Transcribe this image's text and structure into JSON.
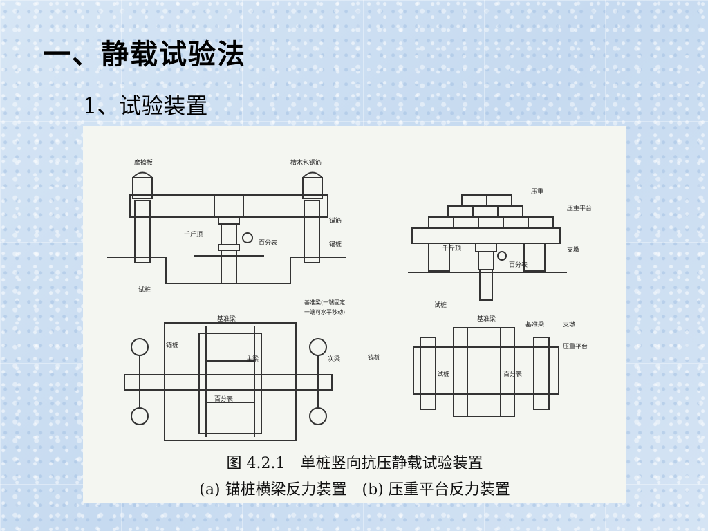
{
  "slide": {
    "title": "一、静载试验法",
    "subtitle": "1、试验装置"
  },
  "figure": {
    "caption_line1": "图 4.2.1　单桩竖向抗压静载试验装置",
    "caption_line2": "(a) 锚桩横梁反力装置　(b) 压重平台反力装置",
    "labels_a": {
      "anchor_plate": "摩擦板",
      "hoop": "槽木包钢筋",
      "jack": "千斤顶",
      "dial_gauge": "百分表",
      "anchor_bar": "锚筋",
      "anchor_pile": "锚桩",
      "test_pile": "试桩",
      "ref_beam": "基准梁",
      "ref_note_1": "基准梁(一端固定",
      "ref_note_2": "一端可水平移动)",
      "anchor_pile_plan": "锚桩",
      "main_beam": "主梁",
      "secondary_beam": "次梁",
      "dial_plan": "百分表",
      "anchor_piles_group": "锚桩"
    },
    "labels_b": {
      "weight": "压重",
      "platform": "压重平台",
      "jack": "千斤顶",
      "support": "支墩",
      "dial_gauge": "百分表",
      "test_pile": "试桩",
      "ref_beam": "基准梁",
      "ref_beam_plan": "基准梁",
      "support_plan": "支墩",
      "platform_plan": "压重平台",
      "test_pile_plan": "试桩",
      "dial_plan": "百分表"
    }
  }
}
